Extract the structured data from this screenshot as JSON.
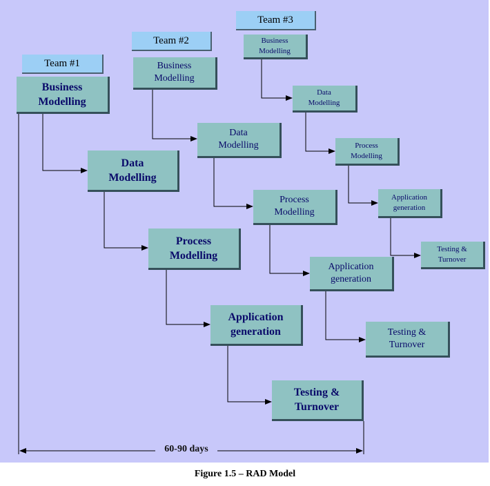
{
  "team1": {
    "tab": "Team #1",
    "business": "Business\nModelling",
    "data": "Data\nModelling",
    "process": "Process\nModelling",
    "application": "Application\ngeneration",
    "testing": "Testing &\nTurnover"
  },
  "team2": {
    "tab": "Team #2",
    "business": "Business\nModelling",
    "data": "Data\nModelling",
    "process": "Process\nModelling",
    "application": "Application\ngeneration",
    "testing": "Testing &\nTurnover"
  },
  "team3": {
    "tab": "Team #3",
    "business": "Business\nModelling",
    "data": "Data\nModelling",
    "process": "Process\nModelling",
    "application": "Application\ngeneration",
    "testing": "Testing &\nTurnover"
  },
  "duration": "60-90 days",
  "caption": "Figure 1.5 – RAD Model"
}
